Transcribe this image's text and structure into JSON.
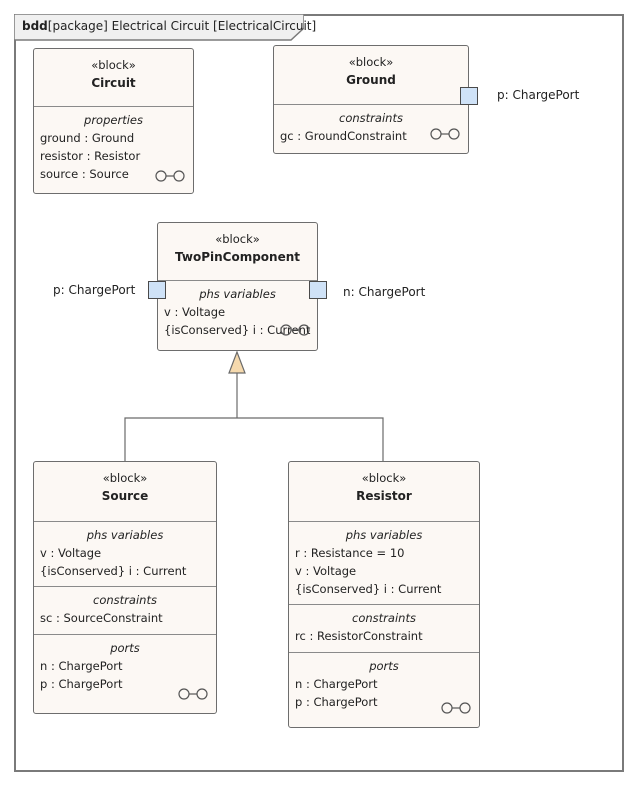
{
  "frame": {
    "kind": "bdd",
    "title": "[package] Electrical Circuit [ElectricalCircuit]"
  },
  "blocks": {
    "circuit": {
      "stereotype": "«block»",
      "name": "Circuit",
      "sections": [
        {
          "title": "properties",
          "items": [
            "ground : Ground",
            "resistor : Resistor",
            "source : Source"
          ]
        }
      ]
    },
    "ground": {
      "stereotype": "«block»",
      "name": "Ground",
      "sections": [
        {
          "title": "constraints",
          "items": [
            "gc : GroundConstraint"
          ]
        }
      ],
      "port_label": "p: ChargePort"
    },
    "twopin": {
      "stereotype": "«block»",
      "name": "TwoPinComponent",
      "sections": [
        {
          "title": "phs variables",
          "items": [
            "v : Voltage",
            "{isConserved} i : Current"
          ]
        }
      ],
      "port_left_label": "p: ChargePort",
      "port_right_label": "n: ChargePort"
    },
    "source": {
      "stereotype": "«block»",
      "name": "Source",
      "sections": [
        {
          "title": "phs variables",
          "items": [
            "v : Voltage",
            "{isConserved} i : Current"
          ]
        },
        {
          "title": "constraints",
          "items": [
            "sc : SourceConstraint"
          ]
        },
        {
          "title": "ports",
          "items": [
            "n : ChargePort",
            "p : ChargePort"
          ]
        }
      ]
    },
    "resistor": {
      "stereotype": "«block»",
      "name": "Resistor",
      "sections": [
        {
          "title": "phs variables",
          "items": [
            "r : Resistance = 10",
            "v : Voltage",
            "{isConserved} i : Current"
          ]
        },
        {
          "title": "constraints",
          "items": [
            "rc : ResistorConstraint"
          ]
        },
        {
          "title": "ports",
          "items": [
            "n : ChargePort",
            "p : ChargePort"
          ]
        }
      ]
    }
  },
  "colors": {
    "block_fill": "#fcf8f4",
    "port_fill": "#cfe2f7",
    "generalization_fill": "#f5d9ad",
    "border": "#6d6d6d"
  }
}
